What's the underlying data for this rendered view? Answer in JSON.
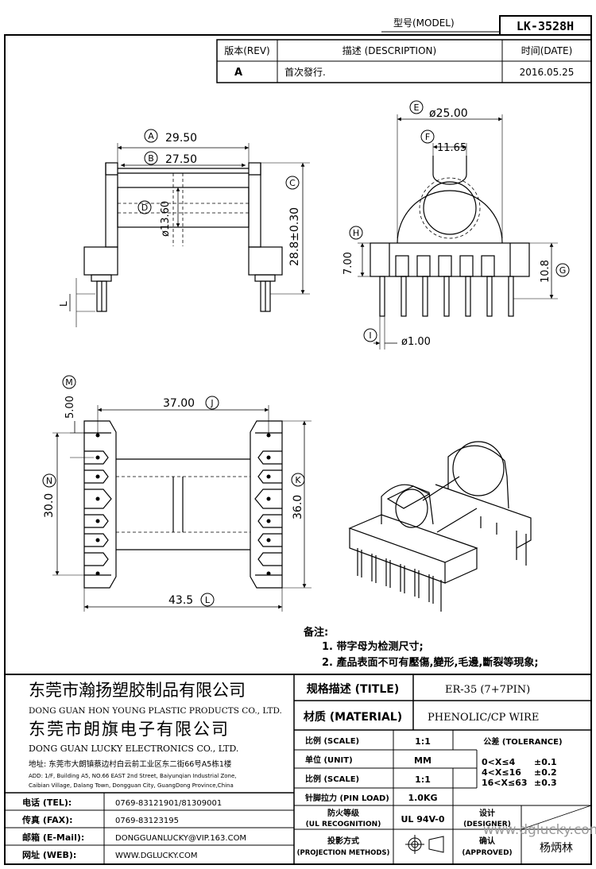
{
  "header": {
    "model_label": "型号(MODEL)",
    "model_value": "LK-3528H"
  },
  "revision": {
    "rev_label": "版本(REV)",
    "desc_label": "描述 (DESCRIPTION)",
    "date_label": "时间(DATE)",
    "rev_value": "A",
    "desc_value": "首次發行.",
    "date_value": "2016.05.25"
  },
  "dims": {
    "A": "A",
    "A_val": "29.50",
    "B": "B",
    "B_val": "27.50",
    "C": "C",
    "C_val": "28.8±0.30",
    "D": "D",
    "D_val": "ø13.60",
    "L": "L",
    "E": "E",
    "E_val": "ø25.00",
    "F": "F",
    "F_val": "11.65",
    "H": "H",
    "H_val": "7.00",
    "G": "G",
    "G_val": "10.8",
    "I": "I",
    "I_val": "ø1.00",
    "M": "M",
    "M_val": "5.00",
    "J": "J",
    "J_val": "37.00",
    "N": "N",
    "N_val": "30.0",
    "K": "K",
    "K_val": "36.0",
    "Lb": "L",
    "Lb_val": "43.5"
  },
  "notes": {
    "title": "备注:",
    "line1": "1. 带字母为检测尺寸;",
    "line2": "2. 產品表面不可有壓傷,變形,毛邊,斷裂等現象;"
  },
  "company": {
    "name1_cn": "东莞市瀚扬塑胶制品有限公司",
    "name1_en": "DONG GUAN HON YOUNG PLASTIC PRODUCTS CO., LTD.",
    "name2_cn": "东莞市朗旗电子有限公司",
    "name2_en": "DONG GUAN LUCKY ELECTRONICS CO., LTD.",
    "addr_cn": "地址: 东莞市大朗镇蔡边村白云前工业区东二街66号A5栋1楼",
    "addr_en1": "ADD: 1/F, Building A5, NO.66 EAST 2nd Street, Baiyunqian Industrial Zone,",
    "addr_en2": "Caibian Village, Dalang Town, Dongguan City, GuangDong Province,China"
  },
  "contact": {
    "tel_label": "电话 (TEL):",
    "tel_value": "0769-83121901/81309001",
    "fax_label": "传真 (FAX):",
    "fax_value": "0769-83123195",
    "mail_label": "邮箱 (E-Mail):",
    "mail_value": "DONGGUANLUCKY@VIP.163.COM",
    "web_label": "网址 (WEB):",
    "web_value": "WWW.DGLUCKY.COM"
  },
  "spec": {
    "title_label": "规格描述 (TITLE)",
    "title_value": "ER-35 (7+7PIN)",
    "material_label": "材质 (MATERIAL)",
    "material_value": "PHENOLIC/CP WIRE",
    "scale_label": "比例 (SCALE)",
    "scale_value": "1:1",
    "unit_label": "单位 (UNIT)",
    "unit_value": "MM",
    "scale2_label": "比例 (SCALE)",
    "scale2_value": "1:1",
    "pin_label": "针脚拉力 (PIN LOAD)",
    "pin_value": "1.0KG",
    "ul_label1": "防火等级",
    "ul_label2": "(UL RECOGNITION)",
    "ul_value": "UL 94V-0",
    "proj_label1": "投影方式",
    "proj_label2": "(PROJECTION METHODS)",
    "tol_label": "公差 (TOLERANCE)",
    "tol1_range": "0<X≤4",
    "tol1_val": "±0.1",
    "tol2_range": "4<X≤16",
    "tol2_val": "±0.2",
    "tol3_range": "16<X≤63",
    "tol3_val": "±0.3",
    "designer_label1": "设计",
    "designer_label2": "(DESIGNER)",
    "approved_label1": "确认",
    "approved_label2": "(APPROVED)",
    "approver": "杨炳林",
    "watermark": "www.dglucky.com"
  }
}
